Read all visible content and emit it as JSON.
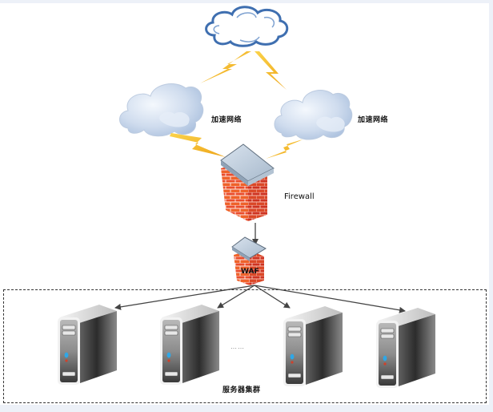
{
  "diagram": {
    "nodes": {
      "internet_cloud": {
        "label": ""
      },
      "accel_net_left": {
        "label": "加速网络"
      },
      "accel_net_right": {
        "label": "加速网络"
      },
      "firewall": {
        "label": "Firewall"
      },
      "waf": {
        "label": "WAF"
      },
      "servers": [
        {
          "id": "server-1"
        },
        {
          "id": "server-2"
        },
        {
          "id": "server-3"
        },
        {
          "id": "server-4"
        }
      ],
      "ellipsis": "……",
      "cluster": {
        "label": "服务器集群"
      }
    },
    "edges": [
      {
        "from": "internet_cloud",
        "to": "accel_net_left",
        "style": "lightning"
      },
      {
        "from": "internet_cloud",
        "to": "accel_net_right",
        "style": "lightning"
      },
      {
        "from": "accel_net_left",
        "to": "firewall",
        "style": "lightning"
      },
      {
        "from": "accel_net_right",
        "to": "firewall",
        "style": "lightning"
      },
      {
        "from": "firewall",
        "to": "waf",
        "style": "arrow"
      },
      {
        "from": "waf",
        "to": "server-1",
        "style": "arrow"
      },
      {
        "from": "waf",
        "to": "server-2",
        "style": "arrow"
      },
      {
        "from": "waf",
        "to": "server-3",
        "style": "arrow"
      },
      {
        "from": "waf",
        "to": "server-4",
        "style": "arrow"
      }
    ],
    "colors": {
      "lightning": "#f2b61f",
      "brick": "#d8392a",
      "cloud_outline": "#3f6fb0",
      "cloud_fill": "#c9d8ec",
      "arrow": "#444444",
      "background_bar": "#edf1f8"
    }
  }
}
